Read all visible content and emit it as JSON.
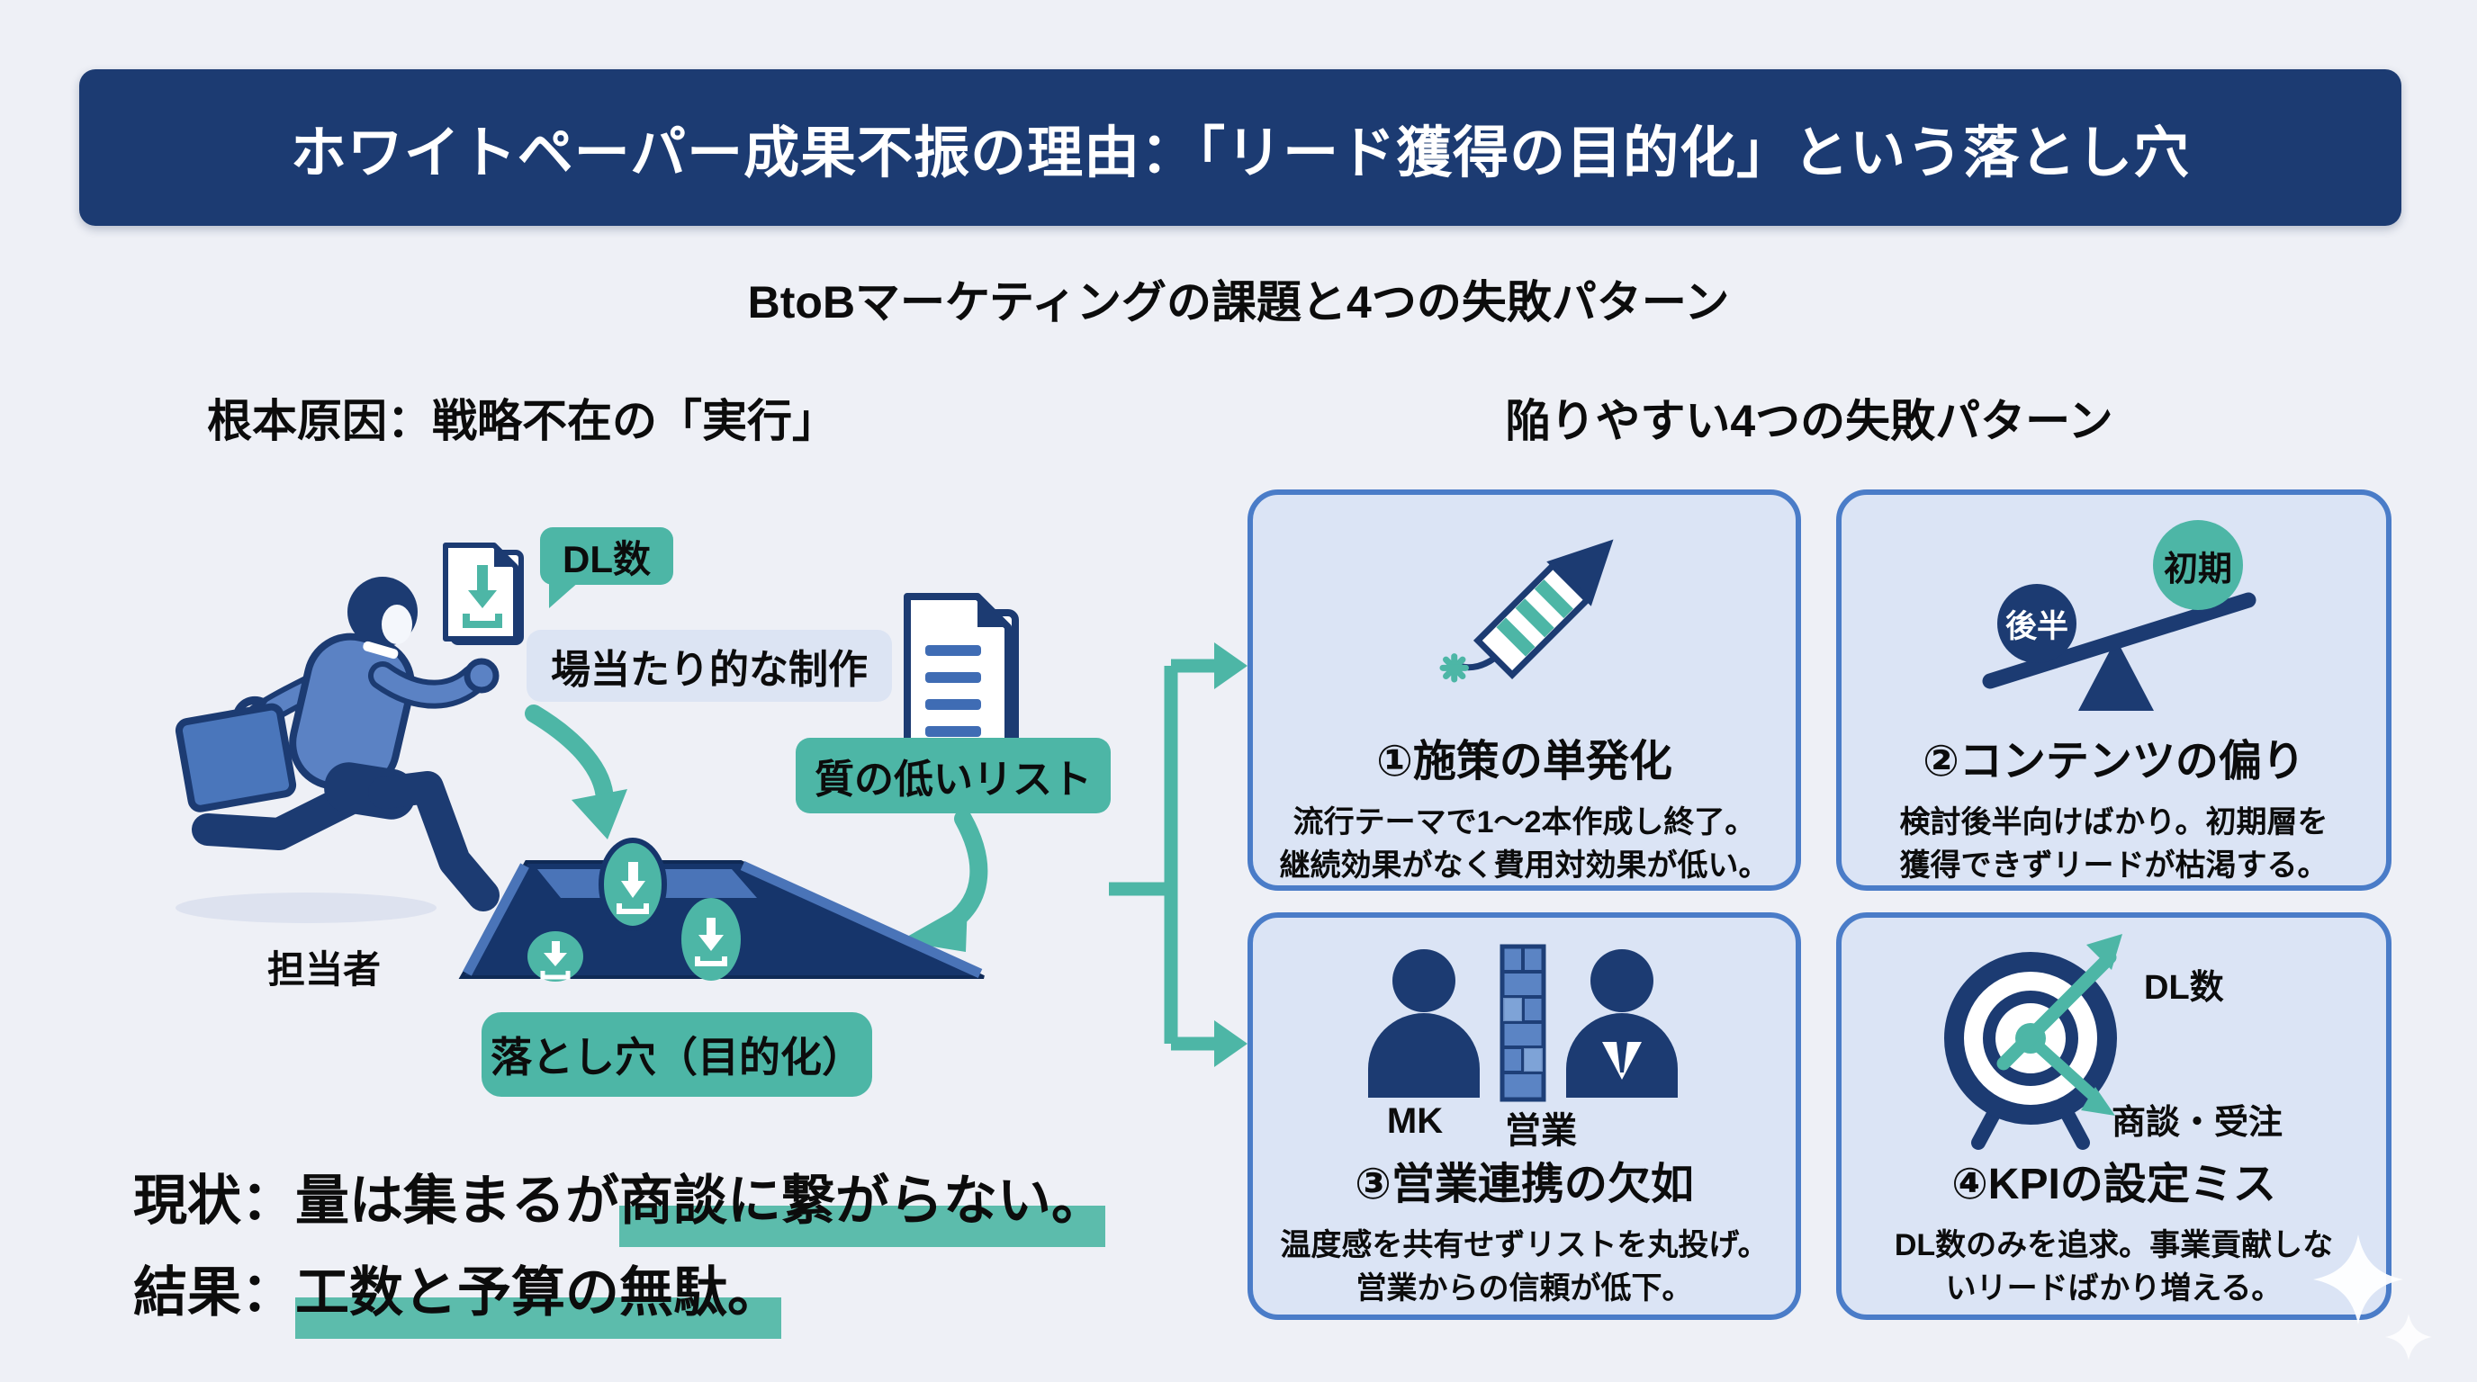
{
  "header": {
    "title": "ホワイトペーパー成果不振の理由：「リード獲得の目的化」という落とし穴",
    "subtitle": "BtoBマーケティングの課題と4つの失敗パターン"
  },
  "cause_section": {
    "heading": "根本原因：戦略不在の「実行」",
    "dl_badge": "DL数",
    "adhoc_label": "場当たり的な制作",
    "low_quality_label": "質の低いリスト",
    "person_label": "担当者",
    "pitfall_label": "落とし穴（目的化）",
    "status_prefix": "現状：量は集まるが",
    "status_highlight": "商談に繋がらない。",
    "result_prefix": "結果：",
    "result_highlight": "工数と予算の無駄。"
  },
  "patterns_section": {
    "heading": "陥りやすい4つの失敗パターン",
    "cards": [
      {
        "icon": "firework-rocket-icon",
        "title": "①施策の単発化",
        "body": "流行テーマで1〜2本作成し終了。\n継続効果がなく費用対効果が低い。"
      },
      {
        "icon": "imbalance-seesaw-icon",
        "seesaw_left": "後半",
        "seesaw_right": "初期",
        "title": "②コンテンツの偏り",
        "body": "検討後半向けばかり。初期層を\n獲得できずリードが枯渇する。"
      },
      {
        "icon": "wall-between-teams-icon",
        "label_left": "MK",
        "label_right": "営業",
        "title": "③営業連携の欠如",
        "body": "温度感を共有せずリストを丸投げ。\n営業からの信頼が低下。"
      },
      {
        "icon": "kpi-target-icon",
        "label_top": "DL数",
        "label_bottom": "商談・受注",
        "title": "④KPIの設定ミス",
        "body": "DL数のみを追求。事業貢献しな\nいリードばかり増える。"
      }
    ]
  },
  "colors": {
    "background": "#eef0f6",
    "title_bar": "#1c3b72",
    "navy": "#1c3b72",
    "card_border": "#4a7cc8",
    "card_bg": "#dbe4f5",
    "teal_accent": "#4db6a6",
    "suit_blue": "#5b82c4",
    "text": "#0c0c0c"
  }
}
